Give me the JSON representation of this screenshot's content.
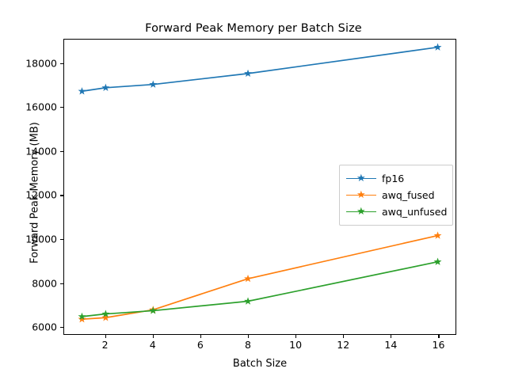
{
  "chart_data": {
    "type": "line",
    "title": "Forward Peak Memory per Batch Size",
    "xlabel": "Batch Size",
    "ylabel": "Forward Peak Memory (MB)",
    "x": [
      1,
      2,
      4,
      8,
      16
    ],
    "xlim": [
      0.25,
      16.75
    ],
    "ylim": [
      5650,
      19100
    ],
    "xticks": [
      2,
      4,
      6,
      8,
      10,
      12,
      14,
      16
    ],
    "yticks": [
      6000,
      8000,
      10000,
      12000,
      14000,
      16000,
      18000
    ],
    "grid": false,
    "legend_position": "center right",
    "series": [
      {
        "name": "fp16",
        "color": "#1f77b4",
        "marker": "star",
        "values": [
          16740,
          16900,
          17050,
          17550,
          18750
        ]
      },
      {
        "name": "awq_fused",
        "color": "#ff7f0e",
        "marker": "star",
        "values": [
          6330,
          6400,
          6760,
          8180,
          10150
        ]
      },
      {
        "name": "awq_unfused",
        "color": "#2ca02c",
        "marker": "star",
        "values": [
          6450,
          6570,
          6720,
          7150,
          8950
        ]
      }
    ]
  }
}
